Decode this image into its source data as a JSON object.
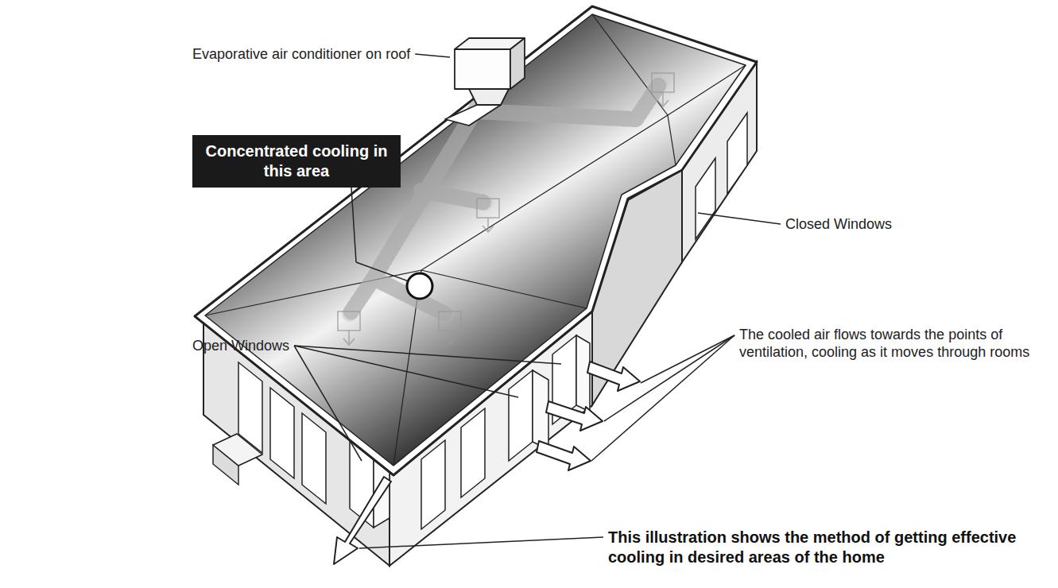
{
  "diagram": {
    "caption": "This illustration shows the method of getting effective cooling in desired areas of the home",
    "nodes": [
      {
        "text": [
          "Concentrated cooling in this area"
        ]
      }
    ],
    "labels": [
      "Evaporative air conditioner on roof",
      "Closed Windows",
      "Open Windows",
      "The cooled air flows towards the points of ventilation, cooling as it moves through rooms"
    ]
  }
}
